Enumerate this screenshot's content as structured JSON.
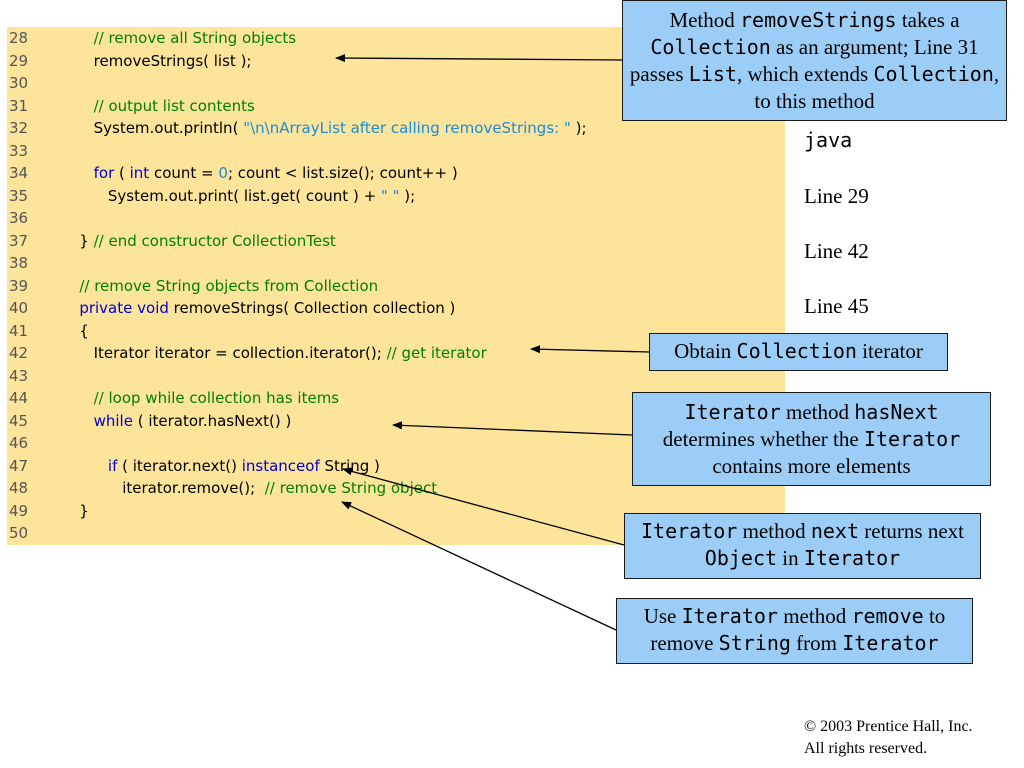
{
  "code_lines": [
    {
      "num": "28",
      "parts": [
        {
          "t": "      "
        },
        {
          "t": "// remove all String objects",
          "c": "cm"
        }
      ]
    },
    {
      "num": "29",
      "parts": [
        {
          "t": "      removeStrings( list );"
        }
      ]
    },
    {
      "num": "30",
      "parts": []
    },
    {
      "num": "31",
      "parts": [
        {
          "t": "      "
        },
        {
          "t": "// output list contents",
          "c": "cm"
        }
      ]
    },
    {
      "num": "32",
      "parts": [
        {
          "t": "      System.out.println( "
        },
        {
          "t": "\"\\n\\nArrayList after calling removeStrings: \"",
          "c": "st"
        },
        {
          "t": " );"
        }
      ]
    },
    {
      "num": "33",
      "parts": []
    },
    {
      "num": "34",
      "parts": [
        {
          "t": "      "
        },
        {
          "t": "for",
          "c": "kw"
        },
        {
          "t": " ( "
        },
        {
          "t": "int",
          "c": "kw"
        },
        {
          "t": " count = "
        },
        {
          "t": "0",
          "c": "nm"
        },
        {
          "t": "; count < list.size(); count++ )"
        }
      ]
    },
    {
      "num": "35",
      "parts": [
        {
          "t": "         System.out.print( list.get( count ) + "
        },
        {
          "t": "\" \"",
          "c": "st"
        },
        {
          "t": " );"
        }
      ]
    },
    {
      "num": "36",
      "parts": []
    },
    {
      "num": "37",
      "parts": [
        {
          "t": "   } "
        },
        {
          "t": "// end constructor CollectionTest",
          "c": "cm"
        }
      ]
    },
    {
      "num": "38",
      "parts": []
    },
    {
      "num": "39",
      "parts": [
        {
          "t": "   "
        },
        {
          "t": "// remove String objects from Collection",
          "c": "cm"
        }
      ]
    },
    {
      "num": "40",
      "parts": [
        {
          "t": "   "
        },
        {
          "t": "private",
          "c": "kw"
        },
        {
          "t": " "
        },
        {
          "t": "void",
          "c": "kw"
        },
        {
          "t": " removeStrings( Collection collection )"
        }
      ]
    },
    {
      "num": "41",
      "parts": [
        {
          "t": "   {"
        }
      ]
    },
    {
      "num": "42",
      "parts": [
        {
          "t": "      Iterator iterator = collection.iterator(); "
        },
        {
          "t": "// get iterator",
          "c": "cm"
        }
      ]
    },
    {
      "num": "43",
      "parts": []
    },
    {
      "num": "44",
      "parts": [
        {
          "t": "      "
        },
        {
          "t": "// loop while collection has items",
          "c": "cm"
        }
      ]
    },
    {
      "num": "45",
      "parts": [
        {
          "t": "      "
        },
        {
          "t": "while",
          "c": "kw"
        },
        {
          "t": " ( iterator.hasNext() )"
        }
      ]
    },
    {
      "num": "46",
      "parts": []
    },
    {
      "num": "47",
      "parts": [
        {
          "t": "         "
        },
        {
          "t": "if",
          "c": "kw"
        },
        {
          "t": " ( iterator.next() "
        },
        {
          "t": "instanceof",
          "c": "kw"
        },
        {
          "t": " String )"
        }
      ]
    },
    {
      "num": "48",
      "parts": [
        {
          "t": "            iterator.remove();  "
        },
        {
          "t": "// remove String object",
          "c": "cm"
        }
      ]
    },
    {
      "num": "49",
      "parts": [
        {
          "t": "   }"
        }
      ]
    },
    {
      "num": "50",
      "parts": []
    }
  ],
  "side_labels": {
    "file": "java",
    "line_29": "Line 29",
    "line_42": "Line 42",
    "line_45": "Line 45"
  },
  "callouts": {
    "method_remove_strings": [
      {
        "t": "Method "
      },
      {
        "t": "removeStrings",
        "m": true
      },
      {
        "t": " takes a "
      },
      {
        "t": "Collection",
        "m": true
      },
      {
        "t": " as an argument; Line 31 passes "
      },
      {
        "t": "List",
        "m": true
      },
      {
        "t": ", which extends "
      },
      {
        "t": "Collection",
        "m": true
      },
      {
        "t": ", to this method"
      }
    ],
    "obtain_iterator": [
      {
        "t": "Obtain "
      },
      {
        "t": "Collection",
        "m": true
      },
      {
        "t": " iterator"
      }
    ],
    "has_next": [
      {
        "t": "Iterator",
        "m": true
      },
      {
        "t": " method "
      },
      {
        "t": "hasNext",
        "m": true
      },
      {
        "t": " determines whether the "
      },
      {
        "t": "Iterator",
        "m": true
      },
      {
        "t": " contains more elements"
      }
    ],
    "next": [
      {
        "t": "Iterator",
        "m": true
      },
      {
        "t": " method "
      },
      {
        "t": "next",
        "m": true
      },
      {
        "t": " returns next "
      },
      {
        "t": "Object",
        "m": true
      },
      {
        "t": " in "
      },
      {
        "t": "Iterator",
        "m": true
      }
    ],
    "remove": [
      {
        "t": "Use "
      },
      {
        "t": "Iterator",
        "m": true
      },
      {
        "t": " method "
      },
      {
        "t": "remove",
        "m": true
      },
      {
        "t": " to remove "
      },
      {
        "t": "String",
        "m": true
      },
      {
        "t": " from "
      },
      {
        "t": "Iterator",
        "m": true
      }
    ]
  },
  "copyright": {
    "symbol": "©",
    "line1": " 2003 Prentice Hall, Inc.",
    "line2": "All rights reserved."
  }
}
